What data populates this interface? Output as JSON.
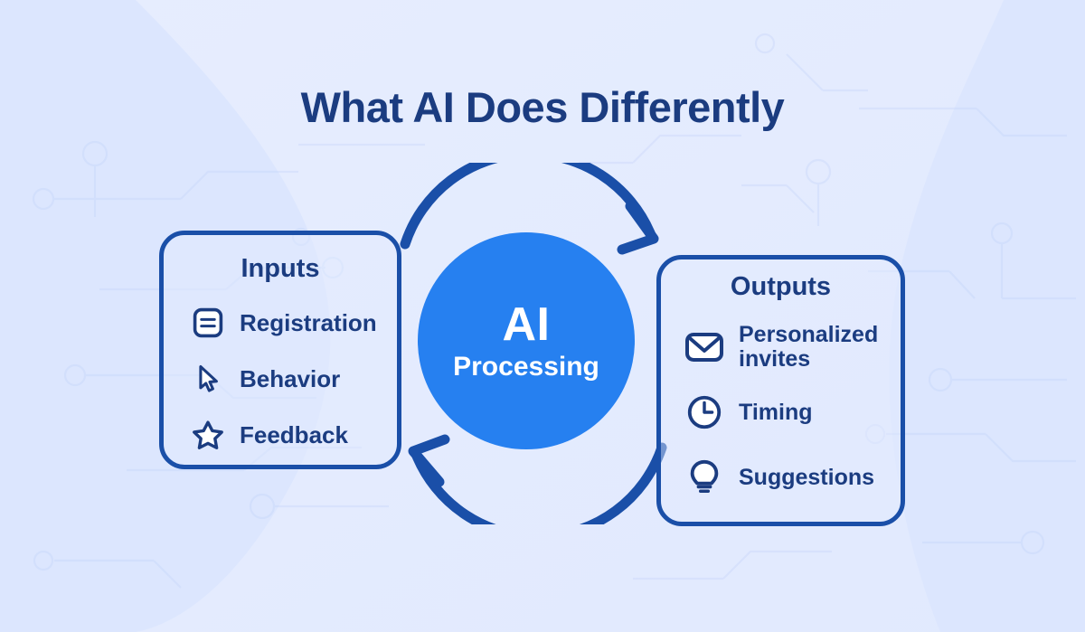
{
  "theme": {
    "background": "#dce6fe",
    "background_highlight": "#e5ebfd",
    "navy": "#1b3c80",
    "border_blue": "#1a4fa8",
    "accent_blue": "#2680f0",
    "white": "#ffffff"
  },
  "header": {
    "title": "What AI Does Differently"
  },
  "center": {
    "primary_label": "AI",
    "secondary_label": "Processing"
  },
  "arrows": {
    "top": "clockwise-arrow-left-to-right",
    "bottom": "clockwise-arrow-right-to-left"
  },
  "panels": {
    "inputs": {
      "title": "Inputs",
      "items": [
        {
          "label": "Registration",
          "icon": "form-icon"
        },
        {
          "label": "Behavior",
          "icon": "cursor-icon"
        },
        {
          "label": "Feedback",
          "icon": "star-icon"
        }
      ]
    },
    "outputs": {
      "title": "Outputs",
      "items": [
        {
          "label": "Personalized\ninvites",
          "icon": "envelope-icon"
        },
        {
          "label": "Timing",
          "icon": "clock-icon"
        },
        {
          "label": "Suggestions",
          "icon": "lightbulb-icon"
        }
      ]
    }
  }
}
